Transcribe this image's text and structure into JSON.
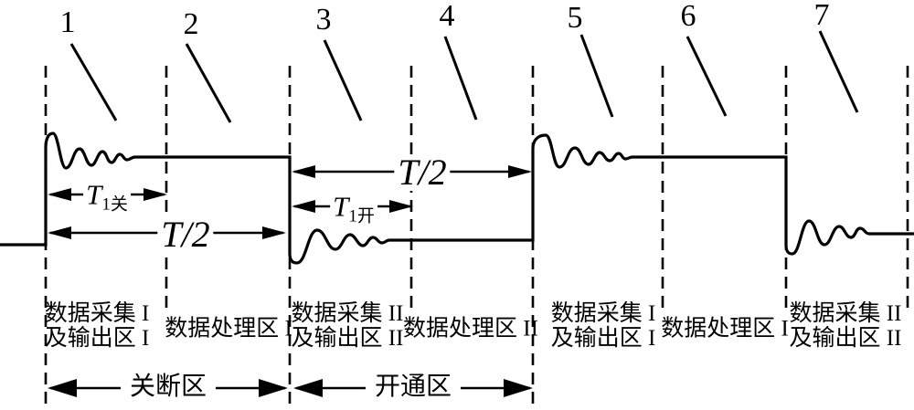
{
  "callouts": [
    "1",
    "2",
    "3",
    "4",
    "5",
    "6",
    "7"
  ],
  "dimensions": {
    "t1_off": {
      "symbol": "T",
      "sub": "1关"
    },
    "t1_on": {
      "symbol": "T",
      "sub": "1开"
    },
    "t_half_top": "T/2",
    "t_half_bottom": "T/2"
  },
  "regions": [
    {
      "lines": [
        "数据采集 I",
        "及输出区 I"
      ]
    },
    {
      "lines": [
        "数据处理区 I"
      ]
    },
    {
      "lines": [
        "数据采集 II",
        "及输出区 II"
      ]
    },
    {
      "lines": [
        "数据处理区 II"
      ]
    },
    {
      "lines": [
        "数据采集 I",
        "及输出区 I"
      ]
    },
    {
      "lines": [
        "数据处理区 I"
      ]
    },
    {
      "lines": [
        "数据采集 II",
        "及输出区 II"
      ]
    }
  ],
  "zones": [
    {
      "label": "关断区"
    },
    {
      "label": "开通区"
    }
  ],
  "colors": {
    "stroke": "#000000",
    "background": "#ffffff"
  }
}
